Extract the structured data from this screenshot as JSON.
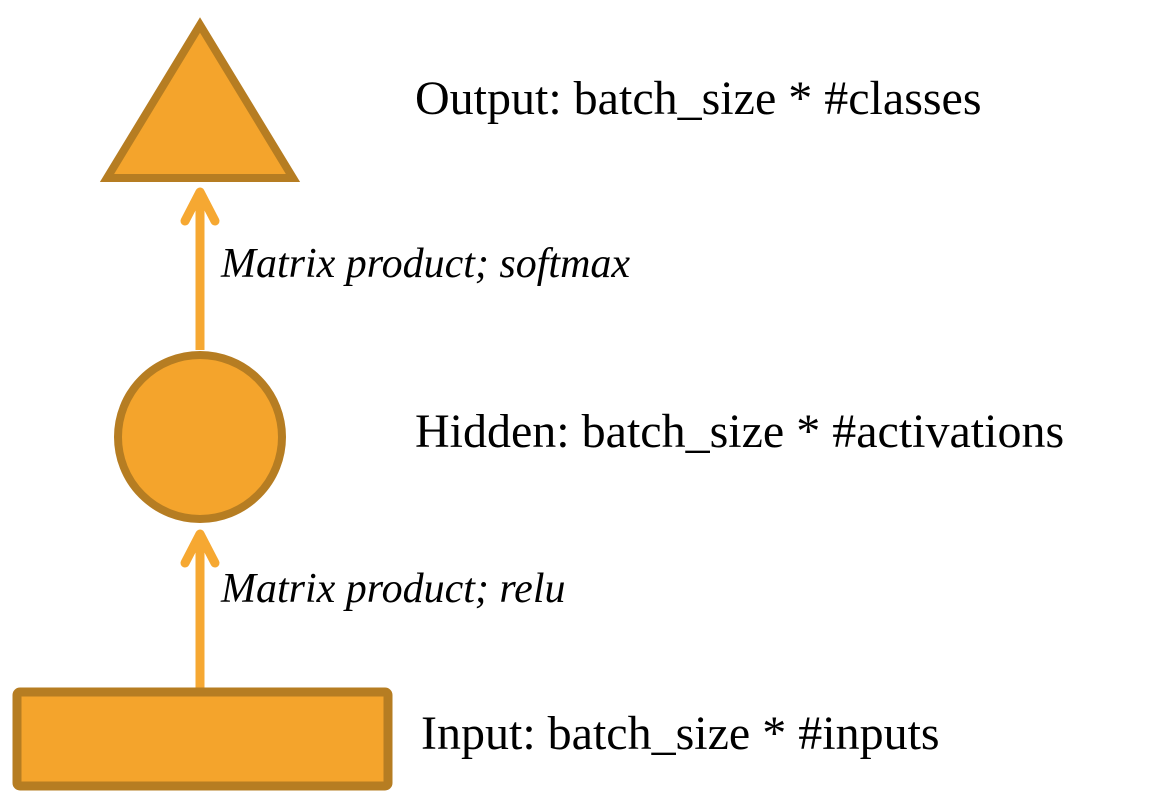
{
  "diagram": {
    "type": "neural-network-layer-diagram",
    "nodes": [
      {
        "id": "output",
        "shape": "triangle",
        "label": "Output: batch_size * #classes"
      },
      {
        "id": "hidden",
        "shape": "circle",
        "label": "Hidden: batch_size * #activations"
      },
      {
        "id": "input",
        "shape": "rectangle",
        "label": "Input: batch_size * #inputs"
      }
    ],
    "edges": [
      {
        "from": "hidden",
        "to": "output",
        "label": "Matrix product; softmax"
      },
      {
        "from": "input",
        "to": "hidden",
        "label": "Matrix product; relu"
      }
    ],
    "colors": {
      "node_fill": "#F4A42C",
      "node_border": "#B67D22",
      "arrow": "#F6A832",
      "text": "#000000",
      "background": "#FFFFFF"
    }
  }
}
